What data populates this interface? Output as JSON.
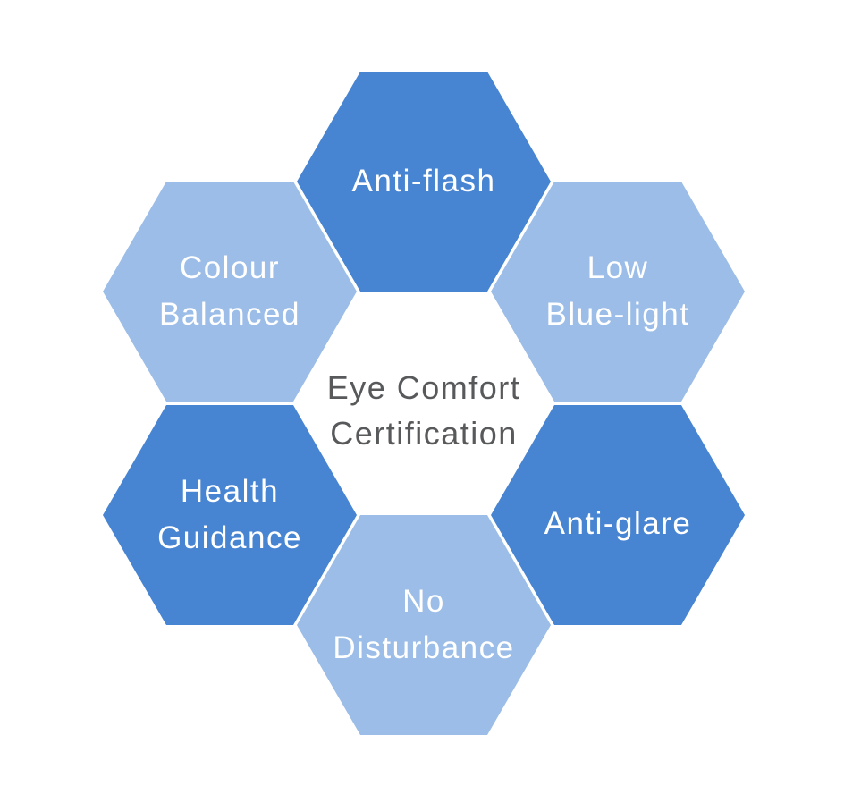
{
  "page": {
    "background": "#ffffff"
  },
  "colors": {
    "dark_blue": "#4784d2",
    "light_blue": "#9bbde7",
    "label_text": "#ffffff",
    "center_text": "#58595b"
  },
  "diagram": {
    "center_label": "Eye Comfort\nCertification",
    "hexagons": [
      {
        "id": "anti-flash",
        "label": "Anti-flash",
        "tone": "dark"
      },
      {
        "id": "colour-balanced",
        "label": "Colour\nBalanced",
        "tone": "light"
      },
      {
        "id": "low-blue-light",
        "label": "Low\nBlue-light",
        "tone": "light"
      },
      {
        "id": "health-guidance",
        "label": "Health\nGuidance",
        "tone": "dark"
      },
      {
        "id": "anti-glare",
        "label": "Anti-glare",
        "tone": "dark"
      },
      {
        "id": "no-disturbance",
        "label": "No\nDisturbance",
        "tone": "light"
      }
    ]
  }
}
